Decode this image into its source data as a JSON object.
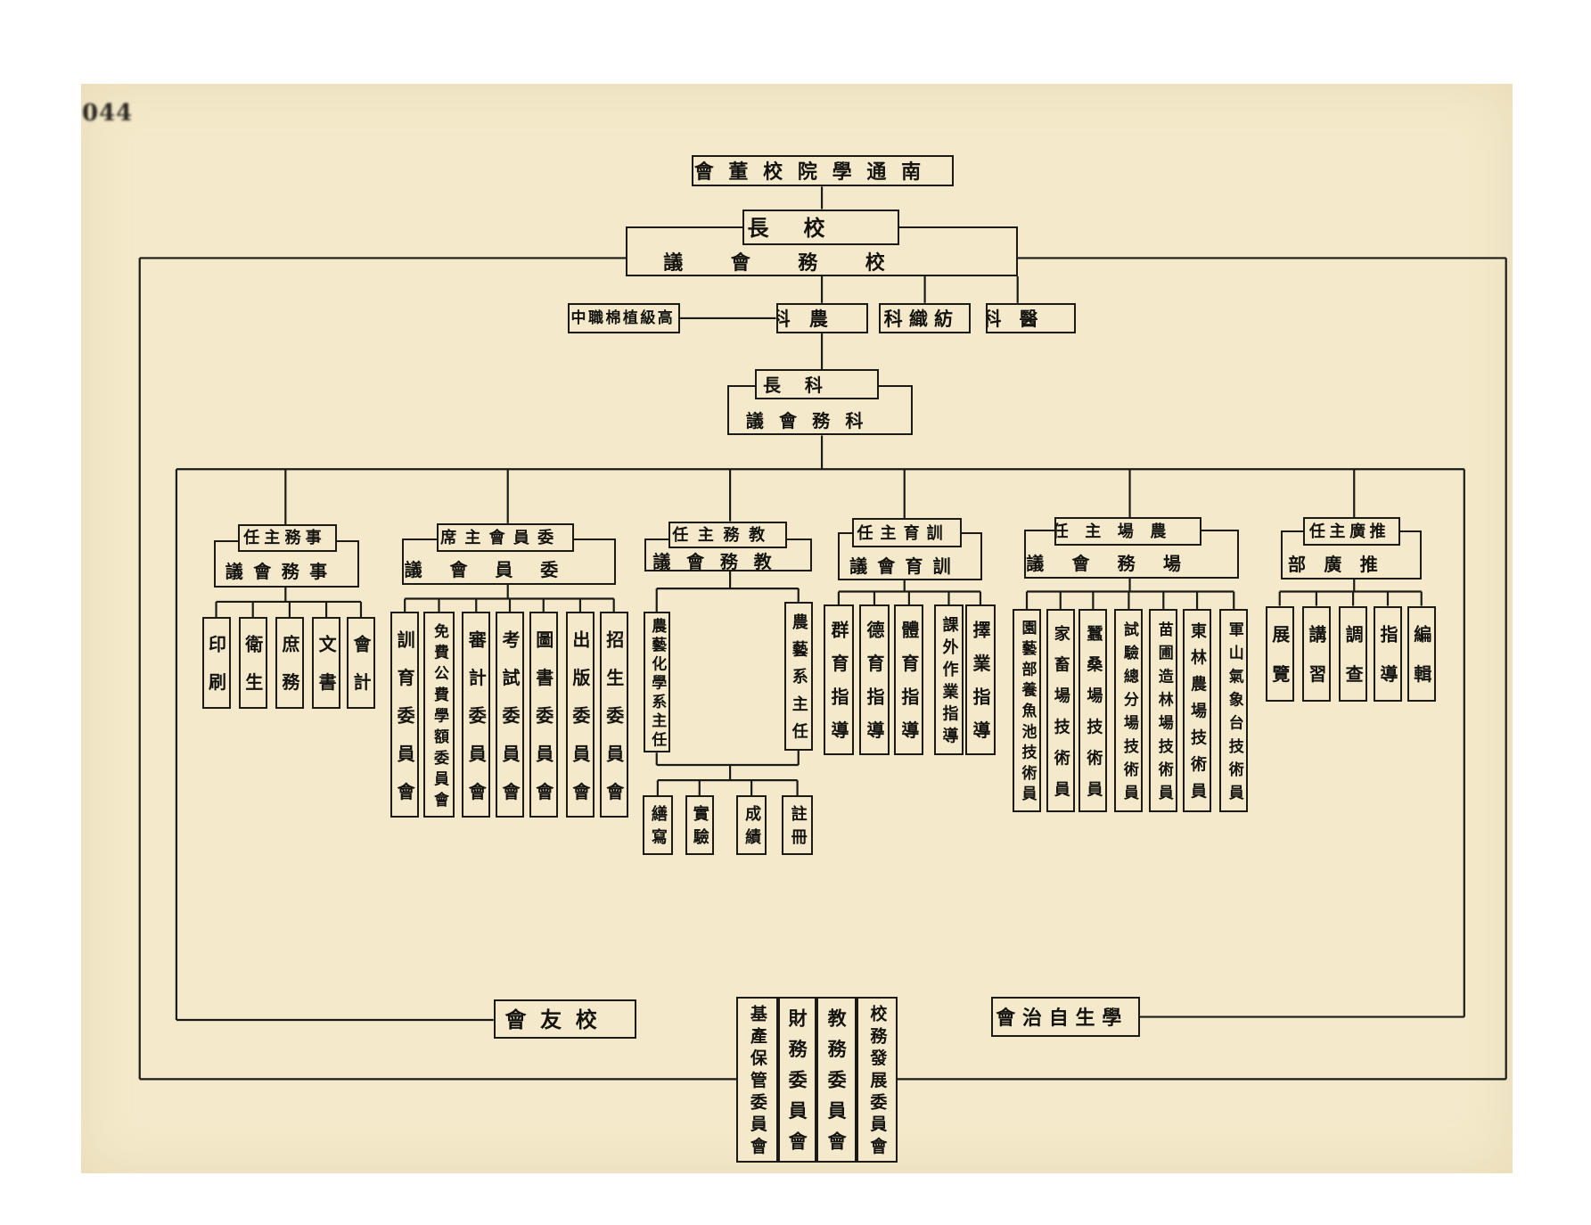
{
  "page_number": "044",
  "board": "南通學院校董會",
  "president": "校長",
  "school_council": "校務會議",
  "colleges": {
    "vocational_school": "高級植棉職中",
    "agriculture": "農科",
    "textile": "紡織科",
    "medicine": "醫科"
  },
  "dean": "科長",
  "college_council": "科務會議",
  "groups": [
    {
      "head": "事務主任",
      "council": "事務會議",
      "units": [
        "印刷",
        "衛生",
        "庶務",
        "文書",
        "會計"
      ]
    },
    {
      "head": "委員會主席",
      "council": "委員會議",
      "units": [
        "訓育委員會",
        "免費公費學額委員會",
        "審計委員會",
        "考試委員會",
        "圖書委員會",
        "出版委員會",
        "招生委員會"
      ]
    },
    {
      "head": "教務主任",
      "council": "教務會議",
      "departments": [
        "農藝化學系主任",
        "農藝系主任"
      ],
      "units": [
        "繕寫",
        "實驗",
        "成績",
        "註冊"
      ]
    },
    {
      "head": "訓育主任",
      "council": "訓育會議",
      "units": [
        "群育指導",
        "德育指導",
        "體育指導",
        "課外作業指導",
        "擇業指導"
      ]
    },
    {
      "head": "農場主任",
      "council": "場務會議",
      "units": [
        "園藝部養魚池技術員",
        "家畜場技術員",
        "蠶桑場技術員",
        "試驗總分場技術員",
        "苗圃造林場技術員",
        "東林農場技術員",
        "軍山氣象台技術員"
      ]
    },
    {
      "head": "推廣主任",
      "council": "推廣部",
      "units": [
        "展覽",
        "講習",
        "調查",
        "指導",
        "編輯"
      ]
    }
  ],
  "alumni": "校友會",
  "student_union": "學生自治會",
  "committees": [
    "校務發展委員會",
    "教務委員會",
    "財務委員會",
    "基產保管委員會"
  ]
}
